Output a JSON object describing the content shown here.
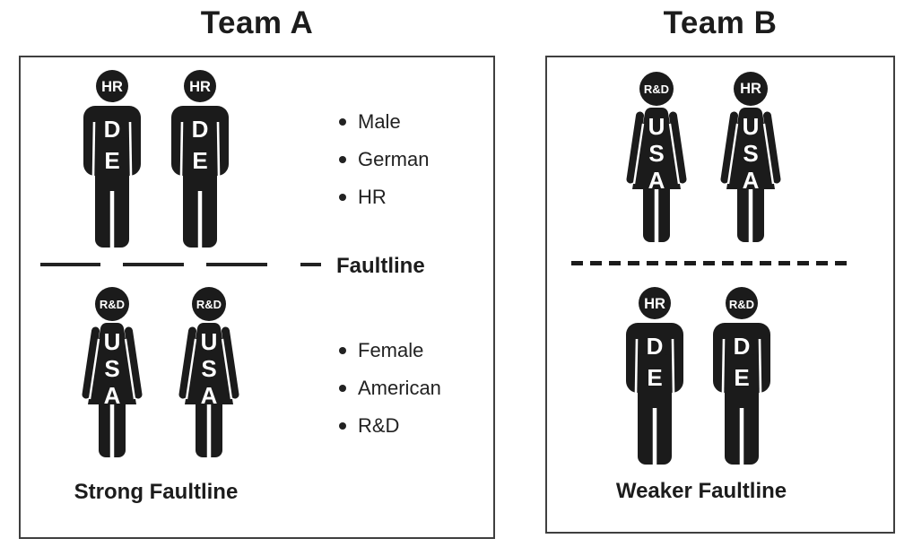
{
  "colors": {
    "figure": "#1b1b1b",
    "panel_border": "#3f3f3f",
    "text": "#1f1f1f"
  },
  "teams": [
    {
      "title": "Team A",
      "caption": "Strong Faultline",
      "divider": {
        "style": "long-dash-segments",
        "label": "Faultline"
      },
      "top_group": {
        "bullets": [
          "Male",
          "German",
          "HR"
        ],
        "members": [
          {
            "gender": "male",
            "head": "HR",
            "body": [
              "D",
              "E"
            ]
          },
          {
            "gender": "male",
            "head": "HR",
            "body": [
              "D",
              "E"
            ]
          }
        ]
      },
      "bottom_group": {
        "bullets": [
          "Female",
          "American",
          "R&D"
        ],
        "members": [
          {
            "gender": "female",
            "head": "R&D",
            "body": [
              "U",
              "S",
              "A"
            ]
          },
          {
            "gender": "female",
            "head": "R&D",
            "body": [
              "U",
              "S",
              "A"
            ]
          }
        ]
      }
    },
    {
      "title": "Team B",
      "caption": "Weaker Faultline",
      "divider": {
        "style": "short-dashes",
        "label": ""
      },
      "top_group": {
        "bullets": [],
        "members": [
          {
            "gender": "female",
            "head": "R&D",
            "body": [
              "U",
              "S",
              "A"
            ]
          },
          {
            "gender": "female",
            "head": "HR",
            "body": [
              "U",
              "S",
              "A"
            ]
          }
        ]
      },
      "bottom_group": {
        "bullets": [],
        "members": [
          {
            "gender": "male",
            "head": "HR",
            "body": [
              "D",
              "E"
            ]
          },
          {
            "gender": "male",
            "head": "R&D",
            "body": [
              "D",
              "E"
            ]
          }
        ]
      }
    }
  ]
}
